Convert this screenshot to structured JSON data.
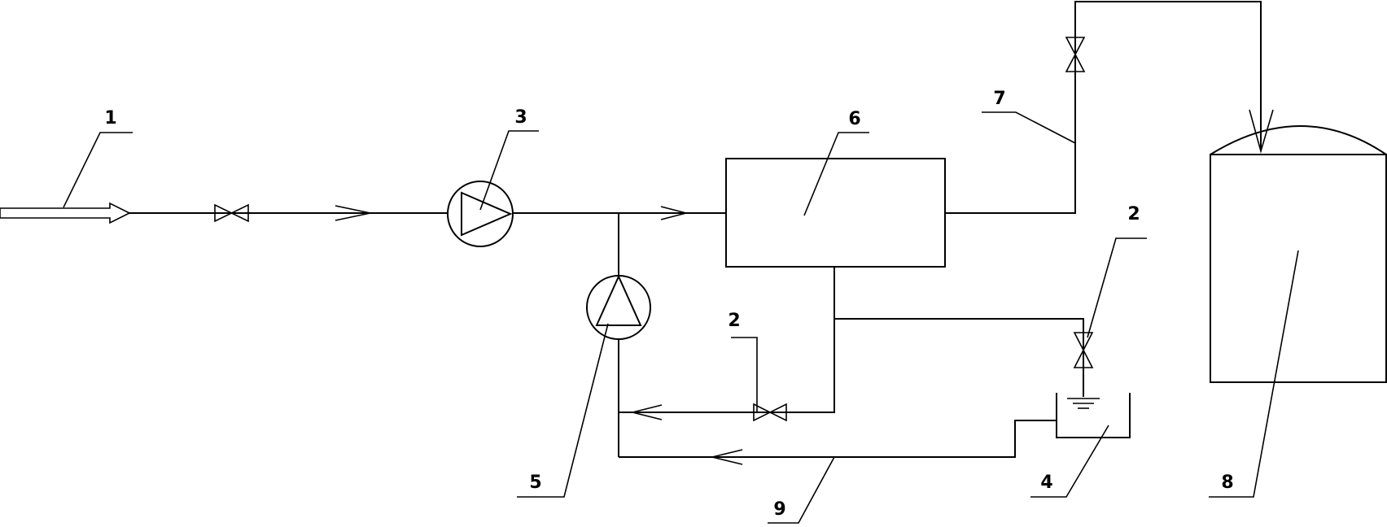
{
  "labels": {
    "inlet": "1",
    "valve_return": "2",
    "valve_drain": "2",
    "main_pump": "3",
    "tank_small": "4",
    "return_pump": "5",
    "unit": "6",
    "outlet_pipe": "7",
    "storage_vessel": "8",
    "return_line": "9"
  },
  "colors": {
    "line": "#000000",
    "background": "#ffffff"
  }
}
